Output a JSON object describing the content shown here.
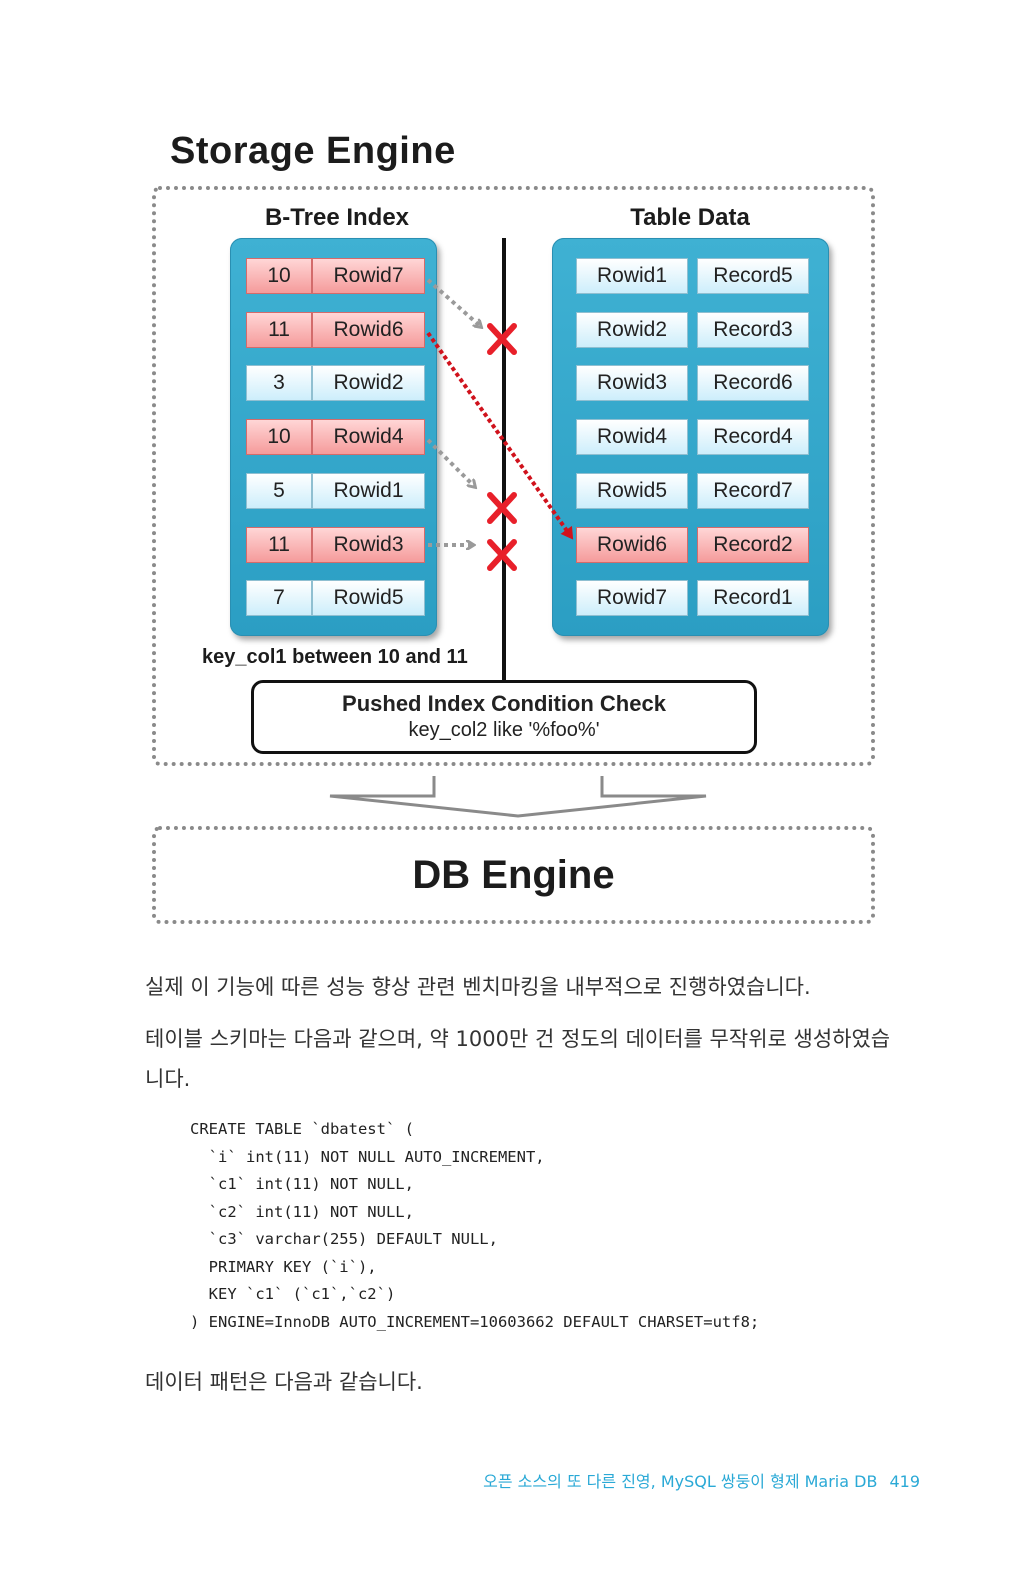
{
  "figure": {
    "storage_title": "Storage Engine",
    "btree_title": "B-Tree Index",
    "table_title": "Table Data",
    "btree_rows": [
      {
        "key": "10",
        "rowid": "Rowid7",
        "match": true
      },
      {
        "key": "11",
        "rowid": "Rowid6",
        "match": true
      },
      {
        "key": "3",
        "rowid": "Rowid2",
        "match": false
      },
      {
        "key": "10",
        "rowid": "Rowid4",
        "match": true
      },
      {
        "key": "5",
        "rowid": "Rowid1",
        "match": false
      },
      {
        "key": "11",
        "rowid": "Rowid3",
        "match": true
      },
      {
        "key": "7",
        "rowid": "Rowid5",
        "match": false
      }
    ],
    "table_rows": [
      {
        "rowid": "Rowid1",
        "record": "Record5",
        "match": false
      },
      {
        "rowid": "Rowid2",
        "record": "Record3",
        "match": false
      },
      {
        "rowid": "Rowid3",
        "record": "Record6",
        "match": false
      },
      {
        "rowid": "Rowid4",
        "record": "Record4",
        "match": false
      },
      {
        "rowid": "Rowid5",
        "record": "Record7",
        "match": false
      },
      {
        "rowid": "Rowid6",
        "record": "Record2",
        "match": true
      },
      {
        "rowid": "Rowid7",
        "record": "Record1",
        "match": false
      }
    ],
    "range_note": "key_col1 between 10 and 11",
    "pushed_title": "Pushed Index Condition Check",
    "pushed_condition": "key_col2 like '%foo%'",
    "db_title": "DB Engine",
    "colors": {
      "panel_blue": "#3fb1d3",
      "cell_red": "#f59b9b",
      "cross_red": "#e8202a",
      "arrow_red": "#d0121c",
      "arrow_gray": "#9a9a9a"
    }
  },
  "text": {
    "para1": "실제 이 기능에 따른 성능 향상 관련 벤치마킹을 내부적으로 진행하였습니다.",
    "para2_line1": "테이블 스키마는 다음과 같으며, 약 1000만 건 정도의 데이터를 무작위로 생성하였습",
    "para2_line2": "니다.",
    "code_lines": [
      "CREATE TABLE `dbatest` (",
      "  `i` int(11) NOT NULL AUTO_INCREMENT,",
      "  `c1` int(11) NOT NULL,",
      "  `c2` int(11) NOT NULL,",
      "  `c3` varchar(255) DEFAULT NULL,",
      "  PRIMARY KEY (`i`),",
      "  KEY `c1` (`c1`,`c2`)",
      ") ENGINE=InnoDB AUTO_INCREMENT=10603662 DEFAULT CHARSET=utf8;"
    ],
    "para3": "데이터 패턴은 다음과 같습니다."
  },
  "footer": {
    "running_title": "오픈 소스의 또 다른 진영, MySQL 쌍둥이 형제 Maria DB",
    "page_number": "419"
  }
}
